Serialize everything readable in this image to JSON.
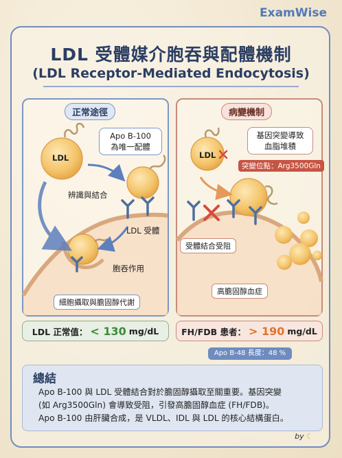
{
  "brand": "ExamWise",
  "title_zh": "LDL 受體媒介胞吞與配體機制",
  "title_en": "(LDL Receptor-Mediated Endocytosis)",
  "normal": {
    "heading": "正常途徑",
    "ldl": "LDL",
    "bubble_line1": "Apo B-100",
    "bubble_line2": "為唯一配體",
    "recognition": "辨識與結合",
    "receptor": "LDL 受體",
    "endocytosis": "胞吞作用",
    "uptake": "細胞攝取與膽固醇代謝",
    "value_label": "LDL 正常值：",
    "value": "< 130",
    "unit": "mg/dL"
  },
  "disease": {
    "heading": "病變機制",
    "ldl": "LDL",
    "bubble_line1": "基因突變導致",
    "bubble_line2": "血脂堆積",
    "mutation_site": "突變位點：Arg3500Gln",
    "blocked": "受體結合受阻",
    "hyperchol": "高膽固醇血症",
    "value_label": "FH/FDB 患者：",
    "value": "> 190",
    "unit": "mg/dL",
    "apob48_note": "Apo B-48 長度：48 %"
  },
  "summary": {
    "title": "總結",
    "line1": "Apo B-100 與 LDL 受體結合對於膽固醇攝取至關重要。基因突變",
    "line2": "(如 Arg3500Gln) 會導致受阻，引發高膽固醇血症 (FH/FDB)。",
    "line3": "Apo B-100 由肝臟合成，是 VLDL、IDL 與 LDL 的核心結構蛋白。"
  },
  "byline": "by",
  "colors": {
    "accent_blue": "#4f7ab8",
    "title_navy": "#2b3e63",
    "normal_green": "#3d8a3a",
    "disease_orange": "#e0742a",
    "error_red": "#c75443"
  }
}
